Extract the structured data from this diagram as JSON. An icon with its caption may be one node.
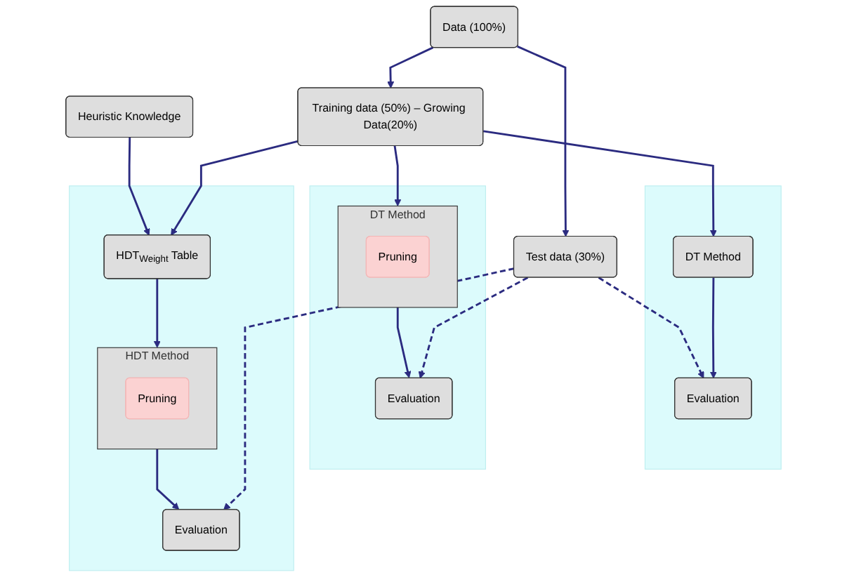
{
  "diagram": {
    "nodes": [
      {
        "text": [
          "Data (100%)"
        ]
      },
      {
        "text": [
          "Heuristic Knowledge"
        ]
      },
      {
        "text": [
          "Training data (50%) – Growing Data(20%)"
        ]
      },
      {
        "text": [
          "Test data (30%)"
        ]
      },
      {
        "text": [],
        "shape": "box"
      },
      {
        "text": [
          "DT Method"
        ],
        "in": 4
      },
      {
        "text": [
          "Evaluation"
        ],
        "in": 4
      },
      {
        "text": [],
        "shape": "box"
      },
      {
        "text": [
          "DT Method"
        ],
        "in": 7
      },
      {
        "text": [
          "Pruning"
        ],
        "in": 8
      },
      {
        "text": [
          "Evaluation"
        ],
        "in": 7
      },
      {
        "text": [],
        "shape": "box"
      },
      {
        "text": [
          "HDT$_{Weight}$ Table"
        ],
        "in": 11
      },
      {
        "text": [
          "HDT Method"
        ],
        "in": 11
      },
      {
        "text": [
          "Pruning"
        ],
        "in": 13
      },
      {
        "text": [
          "Evaluation"
        ],
        "in": 11
      }
    ],
    "edges": [
      {
        "from": 0,
        "to": 2,
        "arrow": "to"
      },
      {
        "from": 0,
        "to": 3,
        "arrow": "to"
      },
      {
        "from": 2,
        "to": 5,
        "arrow": "to"
      },
      {
        "from": 2,
        "to": 8,
        "arrow": "to"
      },
      {
        "from": 2,
        "to": 12,
        "arrow": "to"
      },
      {
        "from": 1,
        "to": 12,
        "arrow": "to"
      },
      {
        "from": 12,
        "to": 13,
        "arrow": "to"
      },
      {
        "from": 5,
        "to": 6,
        "arrow": "to"
      },
      {
        "from": 8,
        "to": 10,
        "arrow": "to"
      },
      {
        "from": 13,
        "to": 15,
        "arrow": "to"
      },
      {
        "from": 3,
        "to": 6,
        "arrow": "to",
        "style": "dashed"
      },
      {
        "from": 3,
        "to": 10,
        "arrow": "to",
        "style": "dashed"
      },
      {
        "from": 3,
        "to": 15,
        "arrow": "to",
        "style": "dashed"
      }
    ]
  }
}
